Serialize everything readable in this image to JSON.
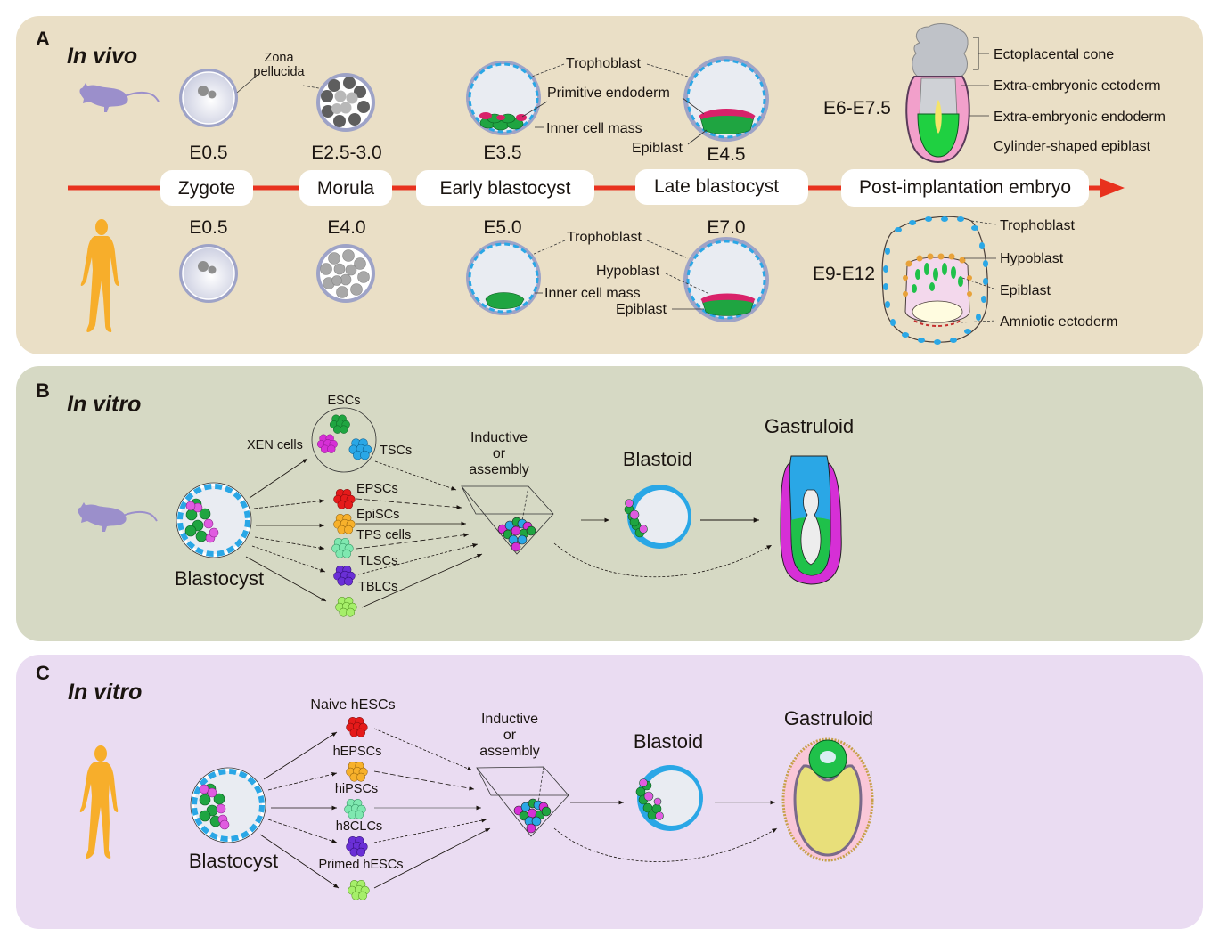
{
  "panels": {
    "a": {
      "letter": "A",
      "title": "In vivo",
      "mouse_row": {
        "species_icon": "mouse-icon",
        "stages": [
          {
            "time": "E0.5",
            "name": "Zygote"
          },
          {
            "time": "E2.5-3.0",
            "name": "Morula"
          },
          {
            "time": "E3.5",
            "name": "Early blastocyst"
          },
          {
            "time": "E4.5",
            "name": "Late blastocyst"
          },
          {
            "time": "E6-E7.5",
            "name": "Post-implantation embryo"
          }
        ],
        "labels": {
          "zona_pellucida": [
            "Zona",
            "pellucida"
          ],
          "trophoblast": "Trophoblast",
          "primitive_endoderm": "Primitive endoderm",
          "inner_cell_mass": "Inner cell mass",
          "epiblast": "Epiblast",
          "ectoplacental_cone": "Ectoplacental cone",
          "extra_embryonic_ectoderm": "Extra-embryonic ectoderm",
          "extra_embryonic_endoderm": "Extra-embryonic endoderm",
          "cylinder_epiblast": "Cylinder-shaped epiblast"
        }
      },
      "human_row": {
        "species_icon": "human-icon",
        "times": [
          "E0.5",
          "E4.0",
          "E5.0",
          "E7.0",
          "E9-E12"
        ],
        "labels": {
          "trophoblast": "Trophoblast",
          "inner_cell_mass": "Inner cell mass",
          "hypoblast": "Hypoblast",
          "epiblast": "Epiblast",
          "trophoblast_post": "Trophoblast",
          "hypoblast_post": "Hypoblast",
          "epiblast_post": "Epiblast",
          "amniotic_ectoderm": "Amniotic ectoderm"
        }
      },
      "timeline_color": "#e8321e"
    },
    "b": {
      "letter": "B",
      "title": "In vitro",
      "species_icon": "mouse-icon",
      "source": "Blastocyst",
      "group": {
        "top": "ESCs",
        "left": "XEN cells",
        "right": "TSCs"
      },
      "cell_lines": [
        "EPSCs",
        "EpiSCs",
        "TPS cells",
        "TLSCs",
        "TBLCs"
      ],
      "process": [
        "Inductive",
        "or",
        "assembly"
      ],
      "blastoid": "Blastoid",
      "gastruloid": "Gastruloid"
    },
    "c": {
      "letter": "C",
      "title": "In vitro",
      "species_icon": "human-icon",
      "source": "Blastocyst",
      "cell_lines": [
        "Naive hESCs",
        "hEPSCs",
        "hiPSCs",
        "h8CLCs",
        "Primed hESCs"
      ],
      "process": [
        "Inductive",
        "or",
        "assembly"
      ],
      "blastoid": "Blastoid",
      "gastruloid": "Gastruloid"
    }
  },
  "colors": {
    "panel_a_bg": "#eadfc6",
    "panel_b_bg": "#d6d9c4",
    "panel_c_bg": "#eadcf2",
    "mouse": "#9b8fcb",
    "human": "#f7ae2b",
    "epiblast_green": "#1fa541",
    "trophectoderm_blue": "#2aa7e6",
    "primitive_endoderm_pink": "#d9226a",
    "xen_magenta": "#d62fd6",
    "epsc_red": "#e51a1a",
    "episc_orange": "#f7b12b",
    "tps_mint": "#7fe8b0",
    "tlsc_purple": "#6a2fd6",
    "tblc_lime": "#a6ef6a"
  }
}
